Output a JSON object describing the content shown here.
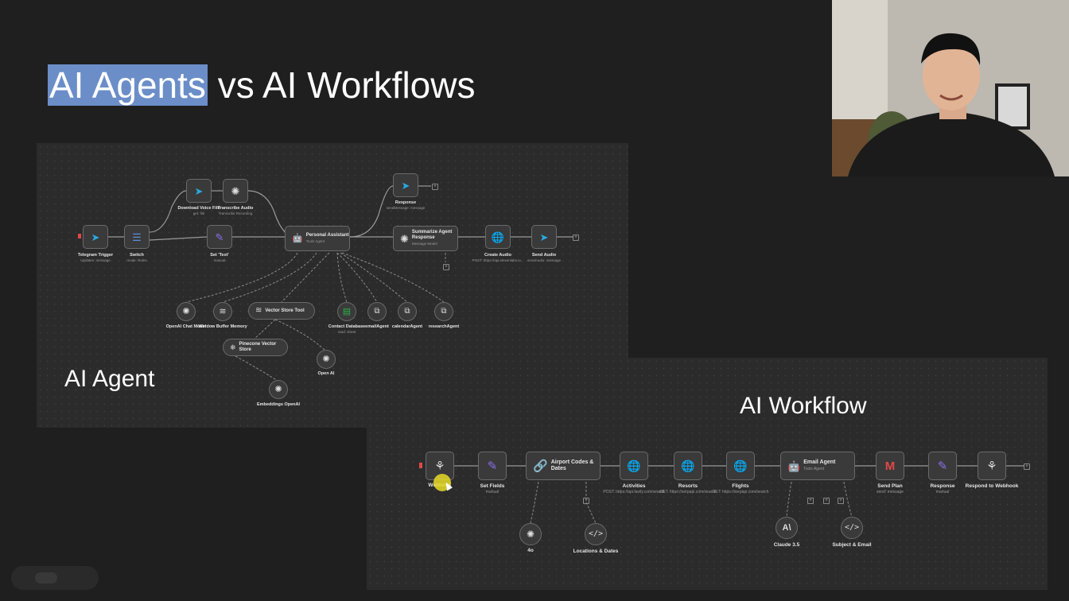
{
  "title": {
    "highlighted": "AI Agents",
    "rest": " vs AI Workflows"
  },
  "agent_panel": {
    "label": "AI Agent",
    "nodes": {
      "telegram_trigger": {
        "label": "Telegram Trigger",
        "sub": "Updates: message"
      },
      "switch": {
        "label": "Switch",
        "sub": "mode: Rules"
      },
      "download_voice": {
        "label": "Download Voice File",
        "sub": "get: file"
      },
      "transcribe": {
        "label": "Transcribe Audio",
        "sub": "Transcribe Recording"
      },
      "set_text": {
        "label": "Set 'Text'",
        "sub": "manual"
      },
      "personal_assistant": {
        "title": "Personal Assistant",
        "sub": "Tools Agent"
      },
      "response": {
        "label": "Response",
        "sub": "sendMessage: message"
      },
      "summarize": {
        "title": "Summarize Agent Response",
        "sub": "Message Model"
      },
      "create_audio": {
        "label": "Create Audio",
        "sub": "POST: https://api.elevenlabs.io..."
      },
      "send_audio": {
        "label": "Send Audio",
        "sub": "sendAudio: message"
      },
      "openai_chat": {
        "label": "OpenAI Chat Model"
      },
      "window_buffer": {
        "label": "Window Buffer Memory"
      },
      "vector_store_tool": {
        "title": "Vector Store Tool"
      },
      "contact_db": {
        "label": "Contact Database",
        "sub": "read: sheet"
      },
      "email_agent": {
        "label": "emailAgent"
      },
      "calendar_agent": {
        "label": "calendarAgent"
      },
      "research_agent": {
        "label": "researchAgent"
      },
      "pinecone": {
        "title": "Pinecone Vector Store"
      },
      "open_ai": {
        "label": "Open AI"
      },
      "embeddings": {
        "label": "Embeddings OpenAI"
      }
    }
  },
  "workflow_panel": {
    "label": "AI Workflow",
    "nodes": {
      "webhook": {
        "label": "Webhook"
      },
      "set_fields": {
        "label": "Set Fields",
        "sub": "manual"
      },
      "airport_codes": {
        "title": "Airport Codes & Dates"
      },
      "activities": {
        "label": "Activities",
        "sub": "POST: https://api.tavily.com/search"
      },
      "resorts": {
        "label": "Resorts",
        "sub": "GET: https://serpapi.com/search"
      },
      "flights": {
        "label": "Flights",
        "sub": "GET: https://serpapi.com/search"
      },
      "email_agent": {
        "title": "Email Agent",
        "sub": "Tools Agent"
      },
      "send_plan": {
        "label": "Send Plan",
        "sub": "send: message"
      },
      "response": {
        "label": "Response",
        "sub": "manual"
      },
      "respond_webhook": {
        "label": "Respond to Webhook"
      },
      "model_4o": {
        "label": "4o"
      },
      "locations_dates": {
        "label": "Locations & Dates"
      },
      "claude": {
        "label": "Claude 3.5"
      },
      "subject_email": {
        "label": "Subject & Email"
      }
    }
  },
  "colors": {
    "background": "#1f1f1f",
    "panel": "#2b2b2b",
    "highlight": "#6b8ec8",
    "telegram": "#29a9e0",
    "purple": "#8a6fe8",
    "trigger": "#e04848"
  }
}
